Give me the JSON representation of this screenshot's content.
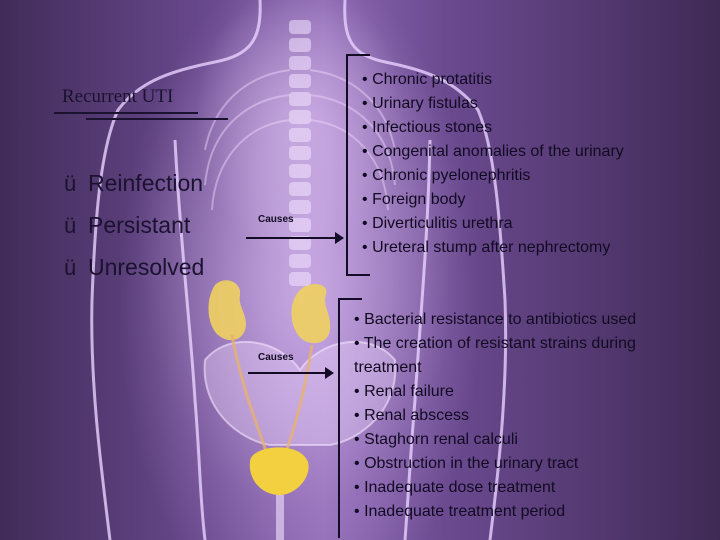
{
  "title": "Recurrent UTI",
  "types": [
    "Reinfection",
    "Persistant",
    "Unresolved"
  ],
  "check_glyph": "ü",
  "arrow_labels": [
    "Causes",
    "Causes"
  ],
  "bullet": "•",
  "persistent_causes": [
    "Chronic protatitis",
    "Urinary fistulas",
    "Infectious stones",
    "Congenital anomalies of the urinary",
    "Chronic pyelonephritis",
    "Foreign body",
    "Diverticulitis urethra",
    "Ureteral stump after nephrectomy"
  ],
  "unresolved_causes": [
    "Bacterial resistance to antibiotics used",
    "The creation of resistant strains during treatment",
    "Renal failure",
    "Renal abscess",
    "Staghorn renal calculi",
    "Obstruction in the urinary tract",
    "Inadequate dose treatment",
    "Inadequate treatment period"
  ],
  "colors": {
    "background": "#6d4a8f",
    "glow": "#e2beff",
    "kidney": "#f0d060",
    "bladder": "#f2d040",
    "text": "#1b1230"
  }
}
